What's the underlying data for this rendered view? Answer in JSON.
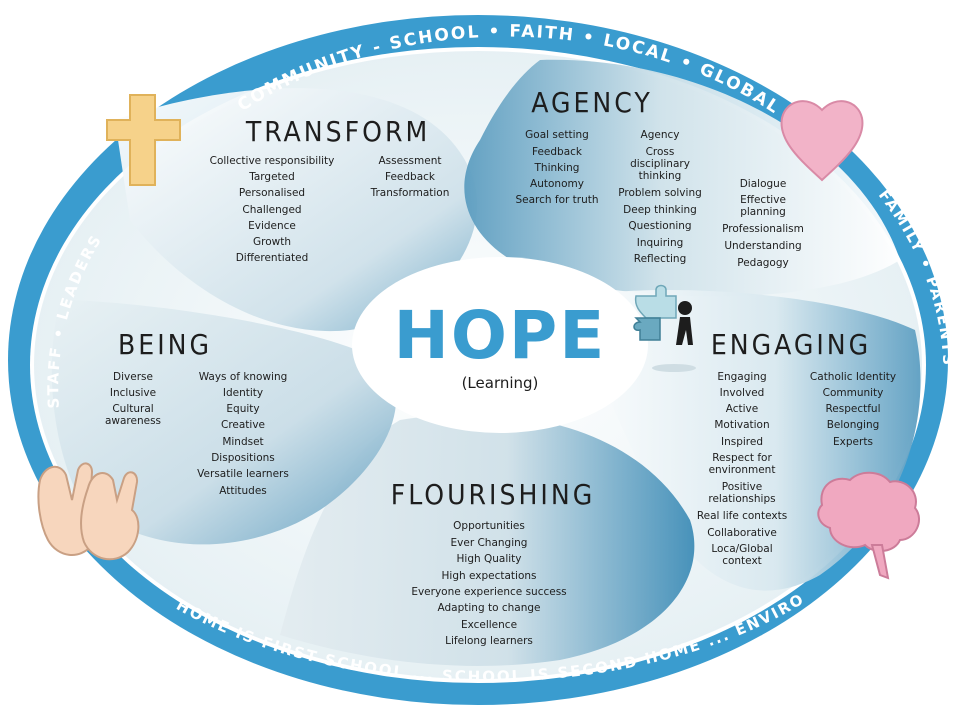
{
  "ring_top": [
    "COMMUNITY",
    "-",
    "SCHOOL",
    "•",
    "FAITH",
    "•",
    "LOCAL",
    "•",
    "GLOBAL"
  ],
  "ring_top_text": "COMMUNITY - SCHOOL • FAITH • LOCAL • GLOBAL",
  "ring_left_text": "STAFF • LEADERS",
  "ring_right_text": "FAMILY • PARENTS",
  "ring_bottom_text": "HOME IS FIRST SCHOOL ... SCHOOL IS SECOND HOME ... ENVIRONMENT IS THIRD TEACHER",
  "center": {
    "title": "HOPE",
    "subtitle": "(Learning)"
  },
  "transform": {
    "title": "TRANSFORM",
    "col1": [
      "Collective responsibility",
      "Targeted",
      "Personalised",
      "Challenged",
      "Evidence",
      "Growth",
      "Differentiated"
    ],
    "col2": [
      "Assessment",
      "Feedback",
      "Transformation"
    ]
  },
  "agency": {
    "title": "AGENCY",
    "col1": [
      "Goal setting",
      "Feedback",
      "Thinking",
      "Autonomy",
      "Search for truth"
    ],
    "col2": [
      "Agency",
      "Cross",
      "disciplinary",
      "thinking",
      "Problem solving",
      "Deep thinking",
      "Questioning",
      "Inquiring",
      "Reflecting"
    ],
    "col3": [
      "Dialogue",
      "Effective",
      "planning",
      "Professionalism",
      "Understanding",
      "Pedagogy"
    ]
  },
  "being": {
    "title": "BEING",
    "col1": [
      "Diverse",
      "Inclusive",
      "Cultural",
      "awareness"
    ],
    "col2": [
      "Ways of knowing",
      "Identity",
      "Equity",
      "Creative",
      "Mindset",
      "Dispositions",
      "Versatile learners",
      "Attitudes"
    ]
  },
  "engaging": {
    "title": "ENGAGING",
    "col1": [
      "Engaging",
      "Involved",
      "Active",
      "Motivation",
      "Inspired",
      "Respect for",
      "environment",
      "Positive",
      "relationships",
      "Real life contexts",
      "Collaborative",
      "Loca/Global",
      "context"
    ],
    "col2": [
      "Catholic Identity",
      "Community",
      "Respectful",
      "Belonging",
      "Experts"
    ]
  },
  "flourishing": {
    "title": "FLOURISHING",
    "items": [
      "Opportunities",
      "Ever Changing",
      "High Quality",
      "High expectations",
      "Everyone experience success",
      "Adapting to change",
      "Excellence",
      "Lifelong learners"
    ]
  },
  "icons": [
    "cross-icon",
    "heart-icon",
    "hands-icon",
    "brain-icon",
    "puzzle-person-icon"
  ],
  "colors": {
    "ring": "#3a9ccf",
    "petal_dark": "#4f95b8",
    "petal_light": "#dfeef2",
    "hope": "#3a9ccf",
    "cross": "#f6d28a",
    "heart": "#f2b3c8",
    "brain": "#f0a8c0",
    "hands": "#f7d6bd"
  }
}
